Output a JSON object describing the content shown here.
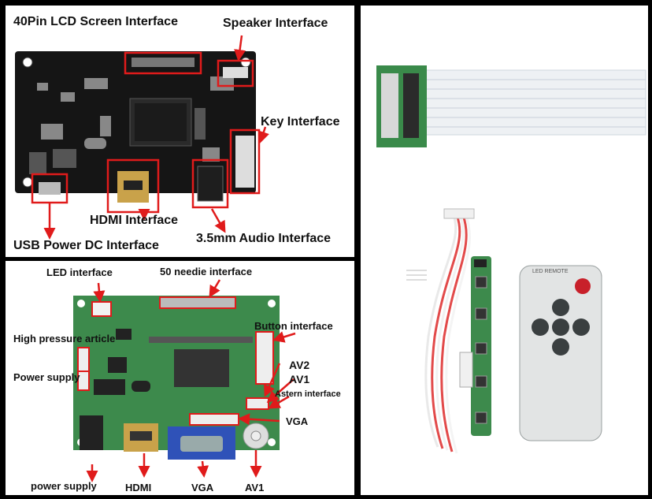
{
  "panel_top_left": {
    "labels": {
      "lcd": "40Pin LCD Screen Interface",
      "speaker": "Speaker Interface",
      "key": "Key Interface",
      "hdmi": "HDMI Interface",
      "usb": "USB Power DC Interface",
      "audio": "3.5mm Audio Interface"
    }
  },
  "panel_bottom_left": {
    "labels": {
      "led": "LED interface",
      "needle": "50 needie interface",
      "button": "Button interface",
      "high_pressure": "High pressure article",
      "power_supply": "Power supply",
      "av2": "AV2",
      "av1": "AV1",
      "astern": "Astern interface",
      "vga_right": "VGA",
      "power_supply_bottom": "power supply",
      "hdmi": "HDMI",
      "vga_bottom": "VGA",
      "av1_bottom": "AV1"
    }
  },
  "panel_right": {
    "remote_label": "LED REMOTE"
  },
  "colors": {
    "board_black": "#151515",
    "board_green": "#3d8a4c",
    "highlight_red": "#e01b1b",
    "vga_blue": "#2f52b8",
    "remote_body": "#e2e4e4",
    "remote_power": "#c8202a"
  }
}
